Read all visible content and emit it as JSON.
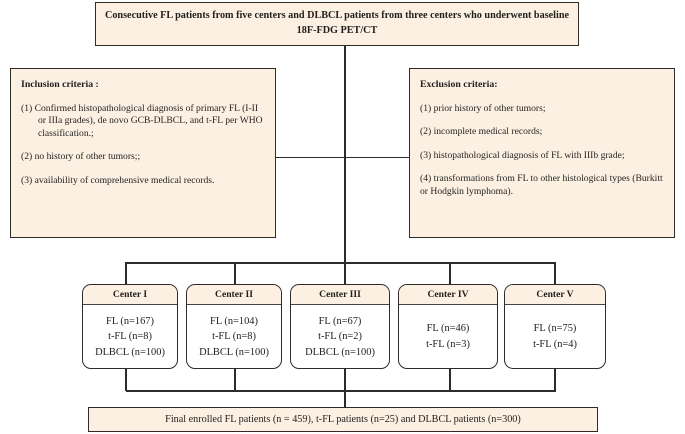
{
  "title": {
    "text": "Consecutive FL patients from five centers and DLBCL patients from three centers who underwent baseline 18F-FDG PET/CT"
  },
  "inclusion": {
    "heading": "Inclusion criteria :",
    "items": [
      "(1) Confirmed histopathological diagnosis of primary FL (I-II or IIIa grades), de novo GCB-DLBCL, and t-FL per WHO classification.;",
      "(2) no history of other tumors;;",
      "(3) availability of comprehensive medical records."
    ]
  },
  "exclusion": {
    "heading": "Exclusion criteria:",
    "items": [
      "(1) prior history of other tumors;",
      "(2) incomplete medical records;",
      "(3) histopathological diagnosis of FL with IIIb grade;",
      "(4) transformations from FL to other histological types (Burkitt or Hodgkin lymphoma)."
    ]
  },
  "centers": [
    {
      "name": "Center I",
      "rows": [
        "FL  (n=167)",
        "t-FL  (n=8)",
        "DLBCL  (n=100)"
      ]
    },
    {
      "name": "Center II",
      "rows": [
        "FL  (n=104)",
        "t-FL  (n=8)",
        "DLBCL  (n=100)"
      ]
    },
    {
      "name": "Center III",
      "rows": [
        "FL  (n=67)",
        "t-FL  (n=2)",
        "DLBCL  (n=100)"
      ]
    },
    {
      "name": "Center IV",
      "rows": [
        "FL  (n=46)",
        "t-FL  (n=3)"
      ]
    },
    {
      "name": "Center V",
      "rows": [
        "FL  (n=75)",
        "t-FL  (n=4)"
      ]
    }
  ],
  "final": {
    "text": "Final enrolled FL patients (n = 459), t-FL patients (n=25) and DLBCL patients (n=300)"
  },
  "colors": {
    "box_fill": "#fbf0e2",
    "box_border": "#2e2b28",
    "body_fill": "#ffffff",
    "text": "#211f1d"
  },
  "chart_data": {
    "type": "table",
    "title": "Patient enrollment flow diagram",
    "categories": [
      "Center I",
      "Center II",
      "Center III",
      "Center IV",
      "Center V"
    ],
    "series": [
      {
        "name": "FL",
        "values": [
          167,
          104,
          67,
          46,
          75
        ]
      },
      {
        "name": "t-FL",
        "values": [
          8,
          8,
          2,
          3,
          4
        ]
      },
      {
        "name": "DLBCL",
        "values": [
          100,
          100,
          100,
          0,
          0
        ]
      }
    ],
    "totals": {
      "FL": 459,
      "t-FL": 25,
      "DLBCL": 300
    }
  }
}
